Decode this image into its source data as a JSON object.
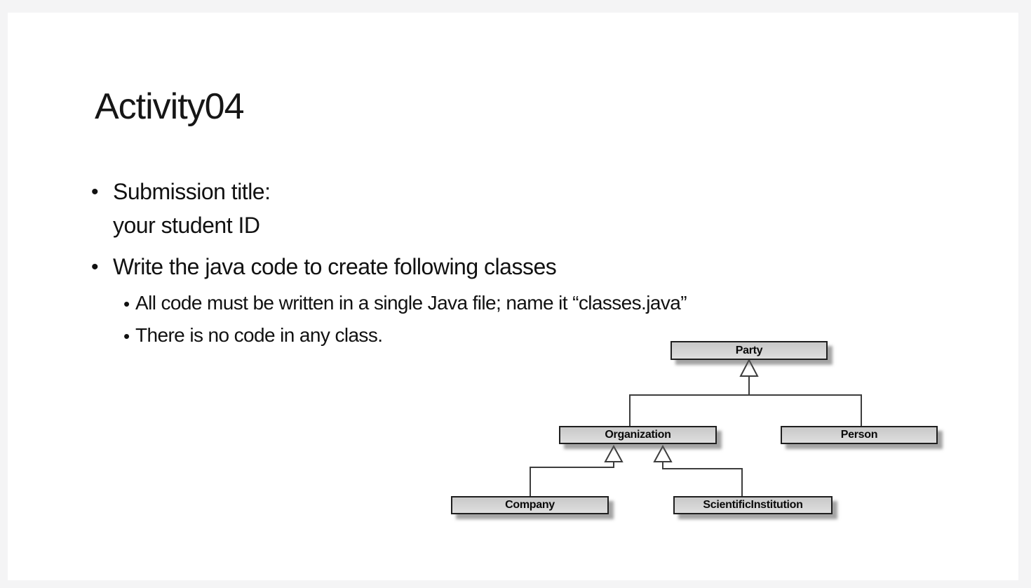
{
  "slide": {
    "title": "Activity04",
    "bullets": [
      {
        "level": 1,
        "lines": [
          "Submission title:",
          "your student ID"
        ]
      },
      {
        "level": 1,
        "lines": [
          "Write the java code to create following classes"
        ]
      },
      {
        "level": 2,
        "lines": [
          "All code must be written in a single Java file; name it “classes.java”"
        ]
      },
      {
        "level": 2,
        "lines": [
          "There is no code in any class."
        ]
      }
    ],
    "bullet_glyph": "•"
  },
  "diagram": {
    "type": "uml-class-hierarchy",
    "classes": [
      "Party",
      "Organization",
      "Person",
      "Company",
      "ScientificInstitution"
    ],
    "relations": [
      {
        "child": "Organization",
        "parent": "Party",
        "kind": "generalization"
      },
      {
        "child": "Person",
        "parent": "Party",
        "kind": "generalization"
      },
      {
        "child": "Company",
        "parent": "Organization",
        "kind": "generalization"
      },
      {
        "child": "ScientificInstitution",
        "parent": "Organization",
        "kind": "generalization"
      }
    ],
    "colors": {
      "box_fill": "#d2d2d2",
      "box_border": "#1f1f1f",
      "box_shadow": "#8f8f8f",
      "line": "#3d3d3d",
      "arrow_fill": "#ffffff"
    }
  },
  "colors": {
    "canvas_bg": "#f4f4f5",
    "slide_bg": "#ffffff",
    "text": "#111111"
  }
}
